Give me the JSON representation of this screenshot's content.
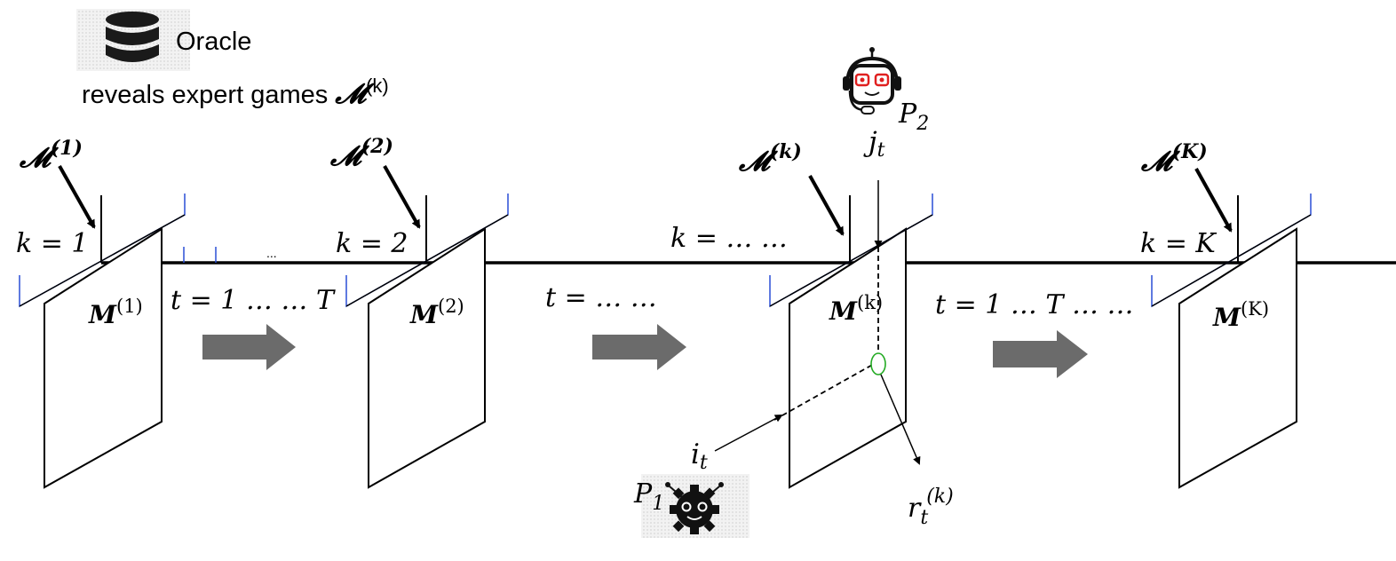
{
  "oracle": {
    "title": "Oracle",
    "caption_prefix": "reveals expert games ",
    "caption_symbol": "𝓜",
    "caption_sup": "(k)",
    "icon": "database-icon"
  },
  "player2": {
    "label": "P",
    "sub": "2",
    "action": "j",
    "action_sub": "t",
    "icon": "robot-headset-icon"
  },
  "player1": {
    "label": "P",
    "sub": "1",
    "action": "i",
    "action_sub": "t",
    "icon": "robot-gear-icon"
  },
  "reward": {
    "label": "r",
    "sub": "t",
    "sup": "(k)"
  },
  "ellipsis_mark": "...",
  "stages": [
    {
      "expert_symbol": "𝓜",
      "expert_sup": "(1)",
      "k_label": "k = 1",
      "matrix_symbol": "M",
      "matrix_sup": "(1)"
    },
    {
      "expert_symbol": "𝓜",
      "expert_sup": "(2)",
      "k_label": "k = 2",
      "matrix_symbol": "M",
      "matrix_sup": "(2)"
    },
    {
      "expert_symbol": "𝓜",
      "expert_sup": "(k)",
      "k_label": "k =  … …",
      "matrix_symbol": "M",
      "matrix_sup": "(k)"
    },
    {
      "expert_symbol": "𝓜",
      "expert_sup": "(K)",
      "k_label": "k = K",
      "matrix_symbol": "M",
      "matrix_sup": "(K)"
    }
  ],
  "transitions": [
    {
      "label": "t = 1 … … T"
    },
    {
      "label": "t =  … …"
    },
    {
      "label": "t = 1 … T … …"
    }
  ],
  "colors": {
    "line": "#000000",
    "arrow_fill": "#6b6b6b",
    "tick": "#2a4fd6",
    "cell_marker": "#22aa22",
    "robot_eyes": "#e02020",
    "icon_bg": "#ececec"
  }
}
